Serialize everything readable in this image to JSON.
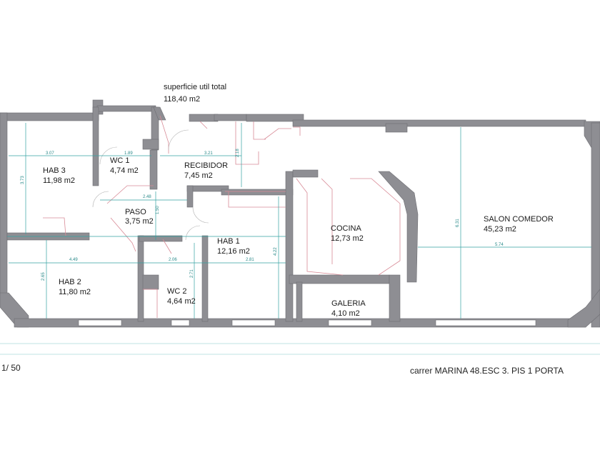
{
  "summary": {
    "title": "superficie util total",
    "value": "118,40 m2"
  },
  "rooms": [
    {
      "id": "hab3",
      "name": "HAB 3",
      "area": "11,98 m2"
    },
    {
      "id": "wc1",
      "name": "WC 1",
      "area": "4,74 m2"
    },
    {
      "id": "recib",
      "name": "RECIBIDOR",
      "area": "7,45 m2"
    },
    {
      "id": "paso",
      "name": "PASO",
      "area": "3,75 m2"
    },
    {
      "id": "hab1",
      "name": "HAB 1",
      "area": "12,16 m2"
    },
    {
      "id": "hab2",
      "name": "HAB 2",
      "area": "11,80 m2"
    },
    {
      "id": "wc2",
      "name": "WC 2",
      "area": "4,64 m2"
    },
    {
      "id": "cocina",
      "name": "COCINA",
      "area": "12,73 m2"
    },
    {
      "id": "galeria",
      "name": "GALERIA",
      "area": "4,10 m2"
    },
    {
      "id": "salon",
      "name": "SALON COMEDOR",
      "area": "45,23 m2"
    }
  ],
  "dimensions": [
    "3.07",
    "1.89",
    "3.21",
    "2.18",
    "3.73",
    "2.48",
    "1.50",
    "4.49",
    "2.06",
    "2.81",
    "2.65",
    "2.71",
    "4.22",
    "6.31",
    "5.74"
  ],
  "footer": {
    "scale": "1/ 50",
    "address": "carrer MARINA 48.ESC 3. PIS 1 PORTA"
  },
  "colors": {
    "wall": "#8e8e93",
    "wall_stroke": "#6d6d72",
    "dimension": "#35a3a3",
    "detail": "#d88a96"
  }
}
